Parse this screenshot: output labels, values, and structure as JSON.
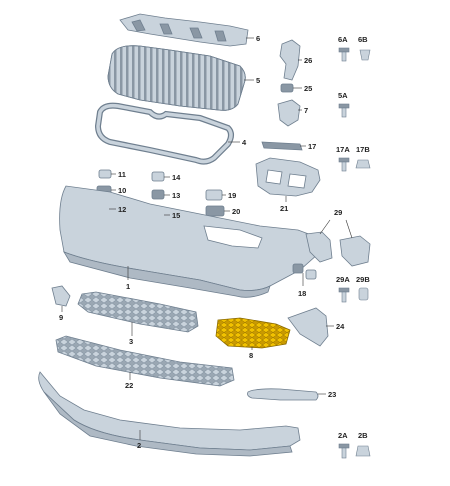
{
  "colors": {
    "part_fill": "#c9d3dc",
    "part_dark": "#8a97a4",
    "part_stroke": "#6f7f8f",
    "highlight": "#e8b000",
    "text": "#222222",
    "background": "#ffffff"
  },
  "callouts": {
    "c1": "1",
    "c2": "2",
    "c3": "3",
    "c4": "4",
    "c5": "5",
    "c6": "6",
    "c7": "7",
    "c8": "8",
    "c9": "9",
    "c10": "10",
    "c11": "11",
    "c12": "12",
    "c13": "13",
    "c14": "14",
    "c15": "15",
    "c17": "17",
    "c18": "18",
    "c19": "19",
    "c20": "20",
    "c21": "21",
    "c22": "22",
    "c23": "23",
    "c24": "24",
    "c25": "25",
    "c26": "26",
    "c29": "29",
    "c6a": "6A",
    "c6b": "6B",
    "c5a": "5A",
    "c17a": "17A",
    "c17b": "17B",
    "c29a": "29A",
    "c29b": "29B",
    "c2a": "2A",
    "c2b": "2B"
  }
}
